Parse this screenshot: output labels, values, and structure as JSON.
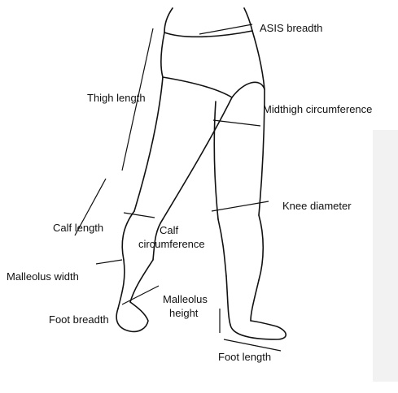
{
  "labels": {
    "asis_breadth": "ASIS breadth",
    "thigh_length": "Thigh length",
    "midthigh_circumference": "Midthigh circumference",
    "knee_diameter": "Knee diameter",
    "calf_length": "Calf length",
    "calf_circumference_line1": "Calf",
    "calf_circumference_line2": "circumference",
    "malleolus_width": "Malleolus width",
    "malleolus_height_line1": "Malleolus",
    "malleolus_height_line2": "height",
    "foot_breadth": "Foot breadth",
    "foot_length": "Foot length"
  },
  "colors": {
    "ink": "#111111",
    "panel": "#f2f2f2"
  }
}
